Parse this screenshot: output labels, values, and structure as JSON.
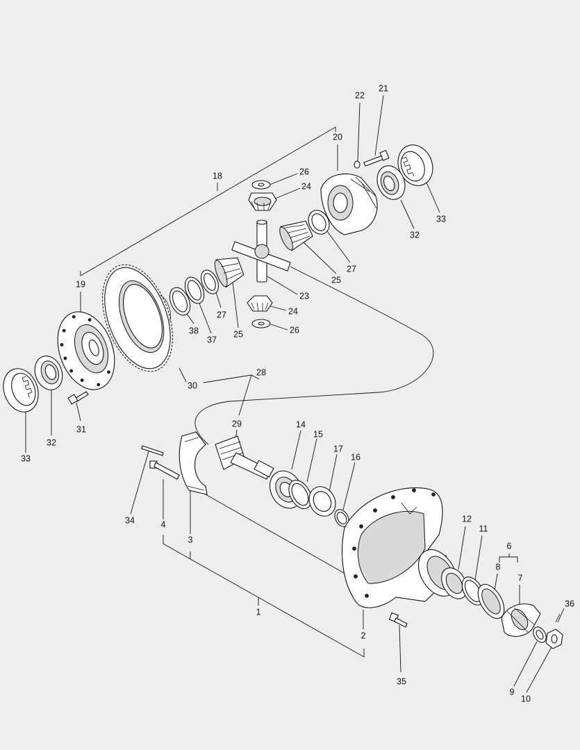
{
  "colors": {
    "background": "#eeeeee",
    "ink": "#111111",
    "shade": "#d9d9d9",
    "fill": "#ffffff"
  },
  "callouts": [
    {
      "id": "c1",
      "text": "1"
    },
    {
      "id": "c2",
      "text": "2"
    },
    {
      "id": "c3",
      "text": "3"
    },
    {
      "id": "c4",
      "text": "4"
    },
    {
      "id": "c6",
      "text": "6"
    },
    {
      "id": "c7",
      "text": "7"
    },
    {
      "id": "c8",
      "text": "8"
    },
    {
      "id": "c9",
      "text": "9"
    },
    {
      "id": "c10",
      "text": "10"
    },
    {
      "id": "c11",
      "text": "11"
    },
    {
      "id": "c12",
      "text": "12"
    },
    {
      "id": "c14",
      "text": "14"
    },
    {
      "id": "c15",
      "text": "15"
    },
    {
      "id": "c16",
      "text": "16"
    },
    {
      "id": "c17",
      "text": "17"
    },
    {
      "id": "c18",
      "text": "18"
    },
    {
      "id": "c19",
      "text": "19"
    },
    {
      "id": "c20",
      "text": "20"
    },
    {
      "id": "c21",
      "text": "21"
    },
    {
      "id": "c22",
      "text": "22"
    },
    {
      "id": "c23",
      "text": "23"
    },
    {
      "id": "c24a",
      "text": "24"
    },
    {
      "id": "c24b",
      "text": "24"
    },
    {
      "id": "c25a",
      "text": "25"
    },
    {
      "id": "c25b",
      "text": "25"
    },
    {
      "id": "c26a",
      "text": "26"
    },
    {
      "id": "c26b",
      "text": "26"
    },
    {
      "id": "c27a",
      "text": "27"
    },
    {
      "id": "c27b",
      "text": "27"
    },
    {
      "id": "c28",
      "text": "28"
    },
    {
      "id": "c29",
      "text": "29"
    },
    {
      "id": "c30",
      "text": "30"
    },
    {
      "id": "c31",
      "text": "31"
    },
    {
      "id": "c32a",
      "text": "32"
    },
    {
      "id": "c32b",
      "text": "32"
    },
    {
      "id": "c33a",
      "text": "33"
    },
    {
      "id": "c33b",
      "text": "33"
    },
    {
      "id": "c34",
      "text": "34"
    },
    {
      "id": "c35",
      "text": "35"
    },
    {
      "id": "c36",
      "text": "36"
    },
    {
      "id": "c37",
      "text": "37"
    },
    {
      "id": "c38",
      "text": "38"
    }
  ]
}
